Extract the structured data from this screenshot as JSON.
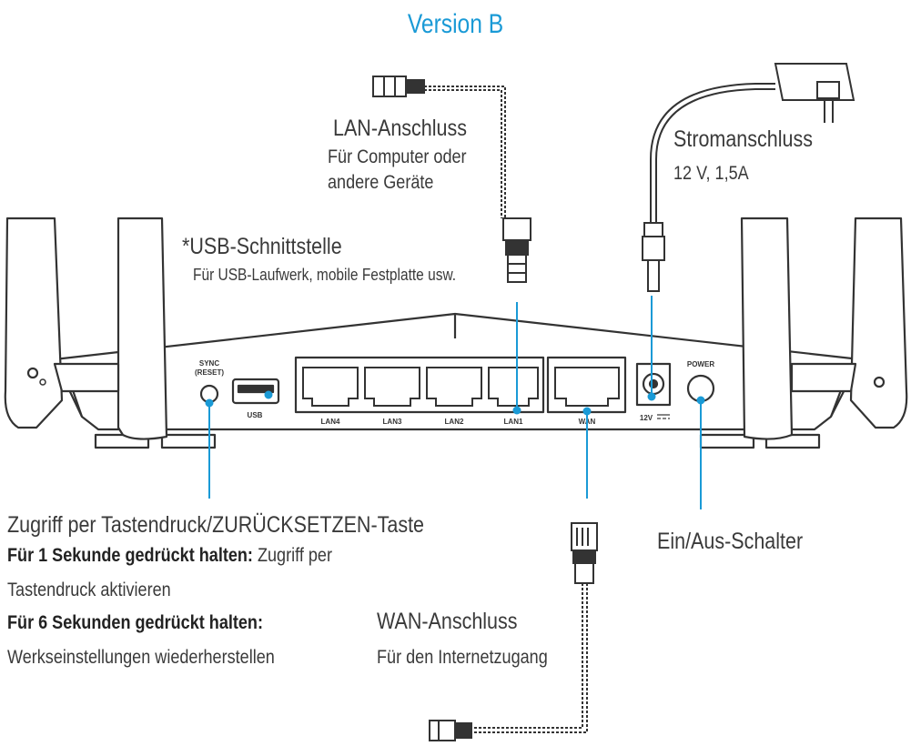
{
  "title": "Version B",
  "accent_color": "#1a9ad6",
  "labels": {
    "lan_title": "LAN-Anschluss",
    "lan_desc1": "Für Computer oder",
    "lan_desc2": "andere Geräte",
    "power_title": "Stromanschluss",
    "power_spec": "12 V, 1,5A",
    "usb_title": "*USB-Schnittstelle",
    "usb_desc": "Für USB-Laufwerk, mobile Festplatte usw.",
    "sync_title": "Zugriff per Tastendruck/ZURÜCKSETZEN-Taste",
    "sync_1s_bold": "Für 1 Sekunde gedrückt halten:",
    "sync_1s_rest": " Zugriff per",
    "sync_1s_line2": "Tastendruck aktivieren",
    "sync_6s_bold": "Für 6 Sekunden gedrückt halten:",
    "sync_6s_line2": "Werkseinstellungen wiederherstellen",
    "switch_title": "Ein/Aus-Schalter",
    "wan_title": "WAN-Anschluss",
    "wan_desc": "Für den Internetzugang"
  },
  "panel": {
    "sync_label1": "SYNC",
    "sync_label2": "(RESET)",
    "usb": "USB",
    "lan4": "LAN4",
    "lan3": "LAN3",
    "lan2": "LAN2",
    "lan1": "LAN1",
    "wan": "WAN",
    "v12": "12V",
    "power": "POWER"
  }
}
